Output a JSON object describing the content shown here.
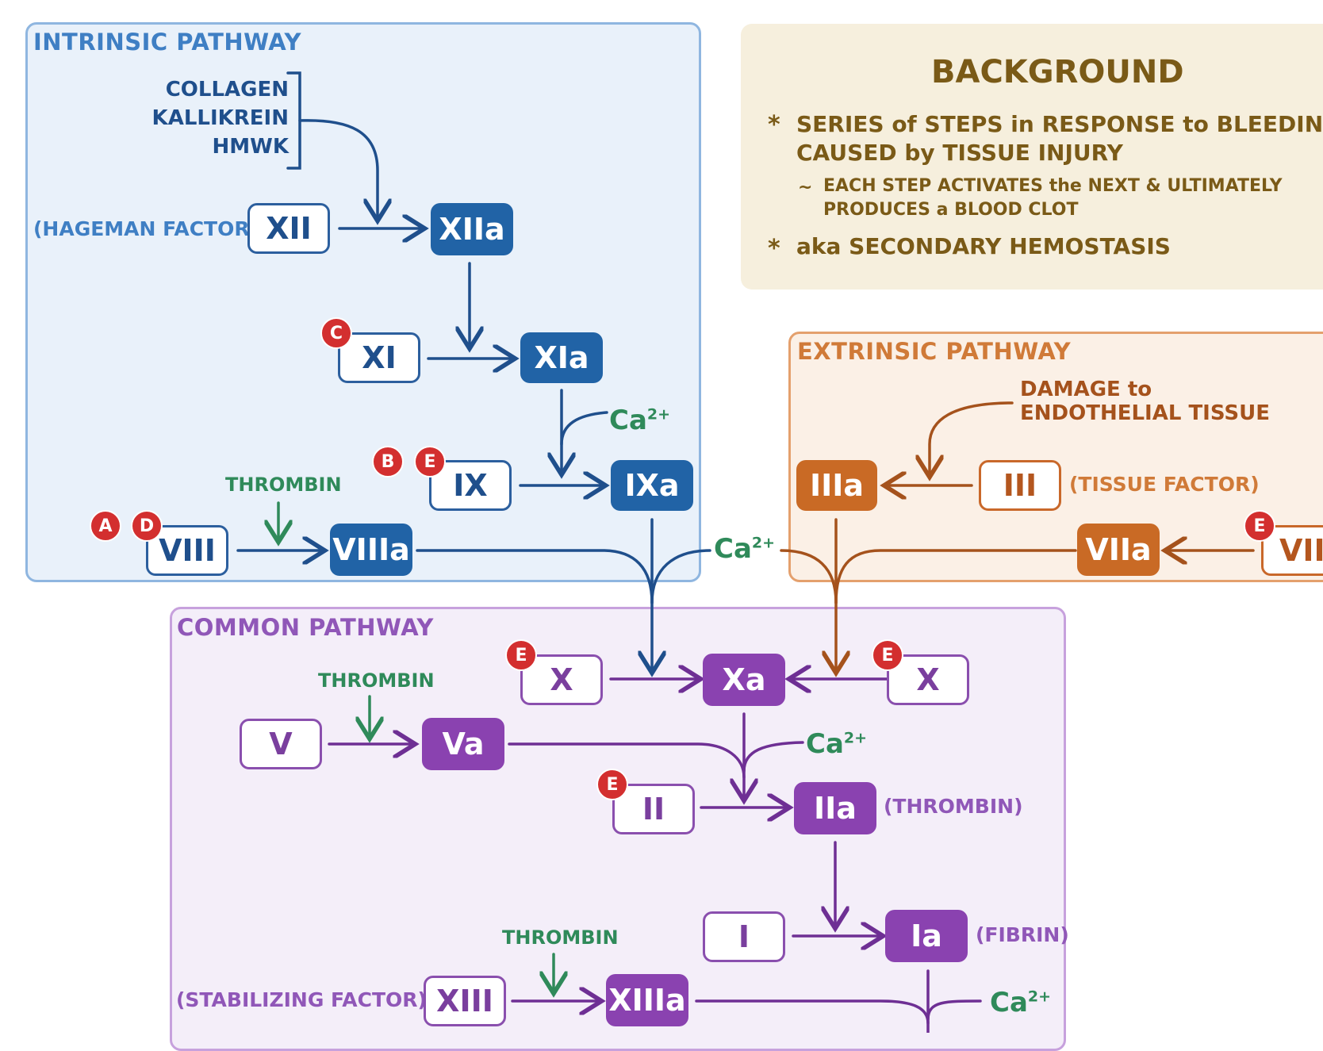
{
  "intrinsic": {
    "title": "INTRINSIC PATHWAY",
    "inputs": [
      "COLLAGEN",
      "KALLIKREIN",
      "HMWK"
    ],
    "hageman_label": "(HAGEMAN FACTOR)",
    "nodes": {
      "xii": "XII",
      "xiia": "XIIa",
      "xi": "XI",
      "xia": "XIa",
      "ix": "IX",
      "ixa": "IXa",
      "viii": "VIII",
      "viiia": "VIIIa"
    },
    "thrombin": "THROMBIN",
    "badges": {
      "c": "C",
      "b": "B",
      "e": "E",
      "a": "A",
      "d": "D"
    }
  },
  "background": {
    "title": "BACKGROUND",
    "bullet_mark": "*",
    "tilde_mark": "~",
    "point1_line1": "SERIES of STEPS in RESPONSE to BLEEDING",
    "point1_line2": "CAUSED by TISSUE INJURY",
    "sub_line1": "EACH STEP ACTIVATES the NEXT & ULTIMATELY",
    "sub_line2": "PRODUCES a BLOOD CLOT",
    "point2": "aka SECONDARY HEMOSTASIS"
  },
  "extrinsic": {
    "title": "EXTRINSIC PATHWAY",
    "damage_line1": "DAMAGE to",
    "damage_line2": "ENDOTHELIAL TISSUE",
    "tissue_factor_label": "(TISSUE FACTOR)",
    "nodes": {
      "iiia": "IIIa",
      "iii": "III",
      "viia": "VIIa",
      "vii": "VII"
    },
    "badges": {
      "e": "E"
    }
  },
  "common": {
    "title": "COMMON PATHWAY",
    "thrombin": "THROMBIN",
    "thrombin_label": "(THROMBIN)",
    "fibrin_label": "(FIBRIN)",
    "stabilizing_label": "(STABILIZING FACTOR)",
    "nodes": {
      "x_left": "X",
      "xa": "Xa",
      "x_right": "X",
      "v": "V",
      "va": "Va",
      "ii": "II",
      "iia": "IIa",
      "i": "I",
      "ia": "Ia",
      "xiii": "XIII",
      "xiiia": "XIIIa"
    },
    "badges": {
      "e": "E"
    }
  },
  "calcium": {
    "base": "Ca",
    "charge": "2+"
  },
  "colors": {
    "intrinsic_border": "#8fb6e0",
    "intrinsic_fill": "#e9f1fa",
    "blue": "#2163a6",
    "extrinsic_border": "#e4a06d",
    "extrinsic_fill": "#fbf0e6",
    "orange": "#c96a25",
    "common_border": "#c7a1dd",
    "common_fill": "#f4eef9",
    "purple": "#8a42b0",
    "background_fill": "#f6efdd",
    "badge": "#d32f2f",
    "thrombin_green": "#2f8a5a"
  }
}
